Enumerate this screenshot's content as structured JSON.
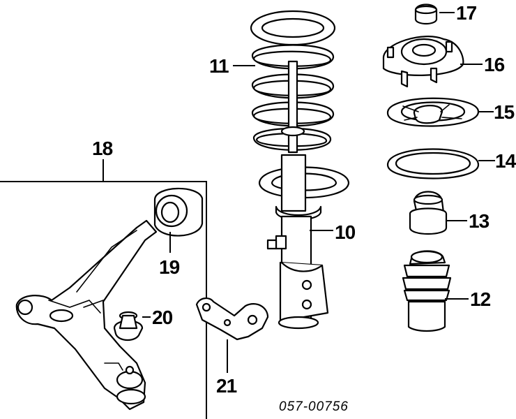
{
  "callouts": {
    "c10": "10",
    "c11": "11",
    "c12": "12",
    "c13": "13",
    "c14": "14",
    "c15": "15",
    "c16": "16",
    "c17": "17",
    "c18": "18",
    "c19": "19",
    "c20": "20",
    "c21": "21"
  },
  "diagram_code": "057-00756",
  "colors": {
    "ink": "#000000",
    "paper": "#ffffff"
  }
}
